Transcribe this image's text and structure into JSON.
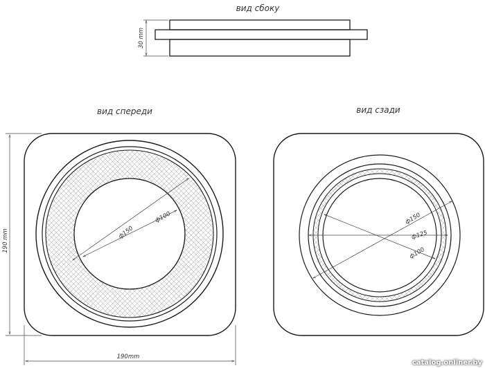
{
  "views": {
    "side": "вид сбоку",
    "front": "вид спереди",
    "back": "вид сзади"
  },
  "dimensions": {
    "height": "30 mm",
    "front_height": "190 mm",
    "front_width": "190mm",
    "front_outer_dia": "ф150",
    "front_inner_dia": "ф100",
    "back_outer_dia": "ф150",
    "back_mid_dia": "ф125",
    "back_inner_dia": "ф100"
  },
  "watermark": "catalog.onliner.by"
}
